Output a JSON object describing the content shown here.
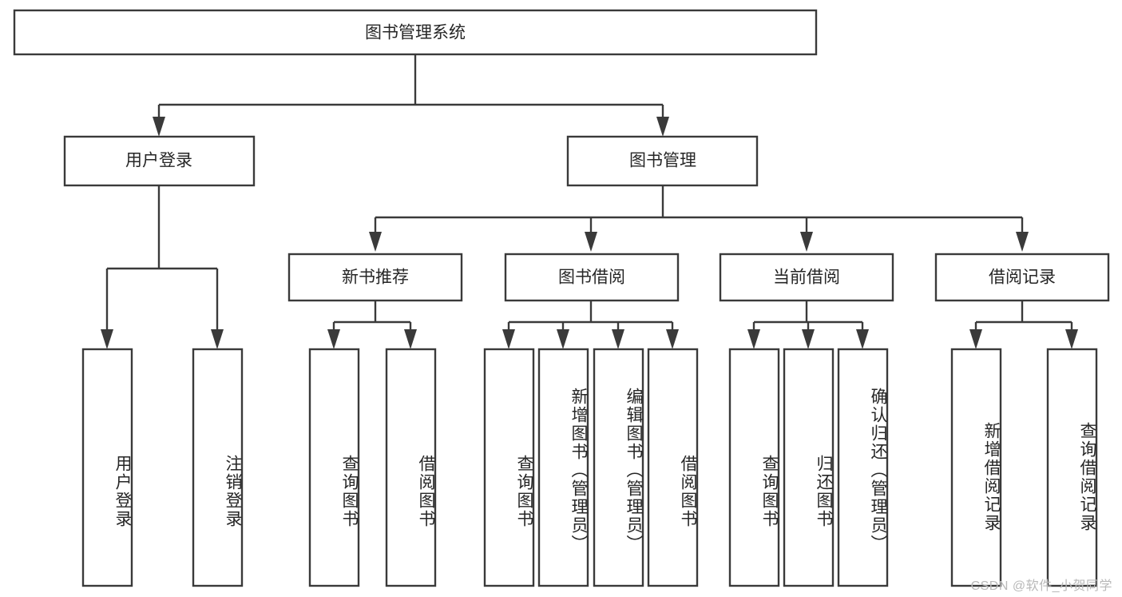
{
  "diagram": {
    "title": "图书管理系统",
    "type": "hierarchy-tree",
    "colors": {
      "box_stroke": "#3a3a3a",
      "box_fill": "#ffffff",
      "text": "#262626",
      "background": "#ffffff",
      "watermark": "#b9b9b9"
    },
    "levels": {
      "root": {
        "label": "图书管理系统"
      },
      "level2": [
        {
          "label": "用户登录"
        },
        {
          "label": "图书管理"
        }
      ],
      "level3": [
        {
          "label": "新书推荐"
        },
        {
          "label": "图书借阅"
        },
        {
          "label": "当前借阅"
        },
        {
          "label": "借阅记录"
        }
      ],
      "leaves": {
        "user_login": [
          {
            "label": "用户登录"
          },
          {
            "label": "注销登录"
          }
        ],
        "new_book_recommend": [
          {
            "label": "查询图书"
          },
          {
            "label": "借阅图书"
          }
        ],
        "book_borrow": [
          {
            "label": "查询图书"
          },
          {
            "label": "新增图书（管理员）"
          },
          {
            "label": "编辑图书（管理员）"
          },
          {
            "label": "借阅图书"
          }
        ],
        "current_borrow": [
          {
            "label": "查询图书"
          },
          {
            "label": "归还图书"
          },
          {
            "label": "确认归还（管理员）"
          }
        ],
        "borrow_record": [
          {
            "label": "新增借阅记录"
          },
          {
            "label": "查询借阅记录"
          }
        ]
      }
    },
    "watermark": "CSDN @软件_小贺同学"
  }
}
